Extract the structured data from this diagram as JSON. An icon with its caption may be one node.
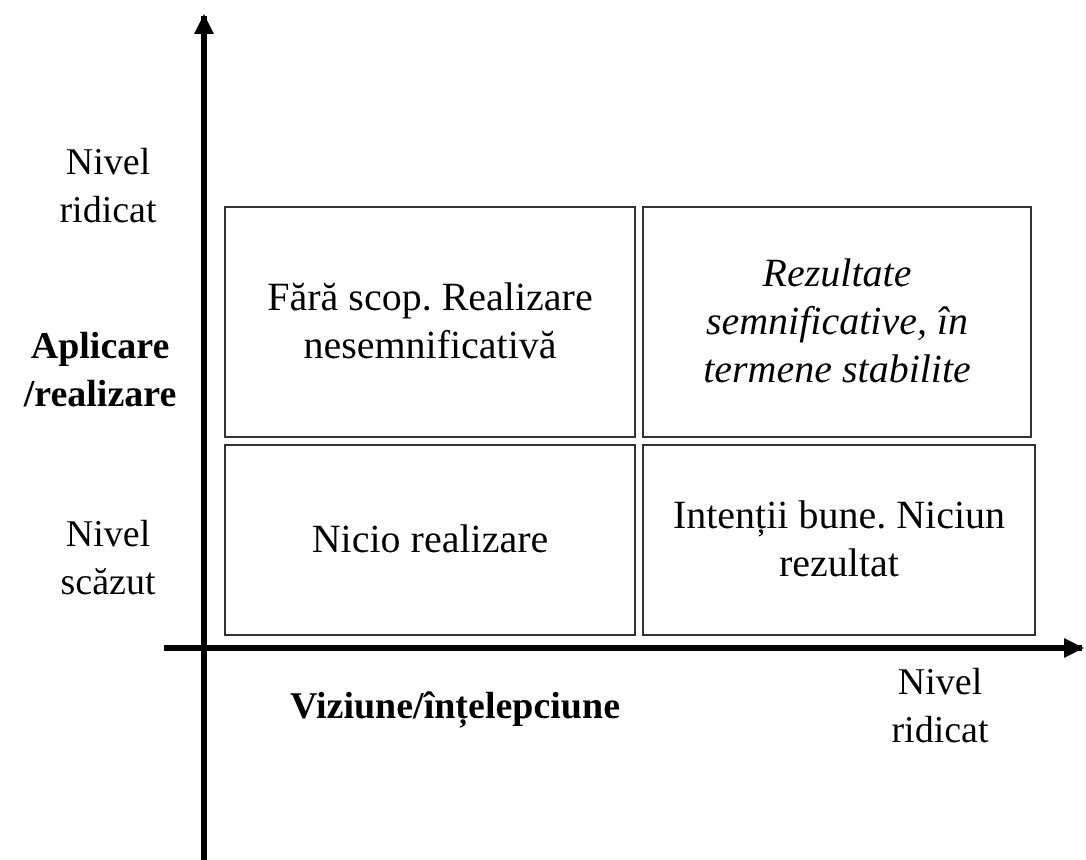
{
  "diagram": {
    "nodes": [
      {
        "text": [
          "Fără scop. Realizare nesemnificativă"
        ]
      },
      {
        "text": [
          "Rezultate semnificative, în termene stabilite"
        ]
      },
      {
        "text": [
          "Nicio realizare"
        ]
      },
      {
        "text": [
          "Intenții bune. Niciun rezultat"
        ]
      }
    ],
    "labels": [
      "Nivel ridicat",
      "Aplicare /realizare",
      "Nivel scăzut",
      "Viziune/înțelepciune",
      "Nivel ridicat"
    ]
  }
}
